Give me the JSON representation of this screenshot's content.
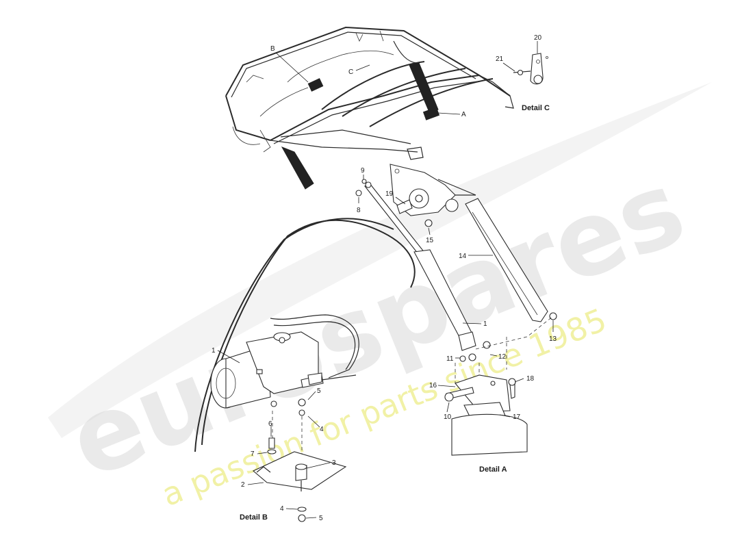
{
  "details": {
    "a": "Detail A",
    "b": "Detail B",
    "c": "Detail C"
  },
  "callouts": {
    "frame_a": "A",
    "frame_b": "B",
    "frame_c": "C",
    "p1_pump": "1",
    "p1_ram": "1",
    "p2": "2",
    "p3": "3",
    "p4_upper": "4",
    "p4_lower": "4",
    "p5_upper": "5",
    "p5_lower": "5",
    "p6": "6",
    "p7": "7",
    "p8": "8",
    "p9": "9",
    "p10": "10",
    "p11": "11",
    "p12": "12",
    "p13": "13",
    "p14": "14",
    "p15": "15",
    "p16": "16",
    "p17": "17",
    "p18": "18",
    "p19": "19",
    "p20": "20",
    "p21": "21"
  },
  "watermark": {
    "brand": "eurospares",
    "tagline": "a passion for parts since 1985"
  }
}
